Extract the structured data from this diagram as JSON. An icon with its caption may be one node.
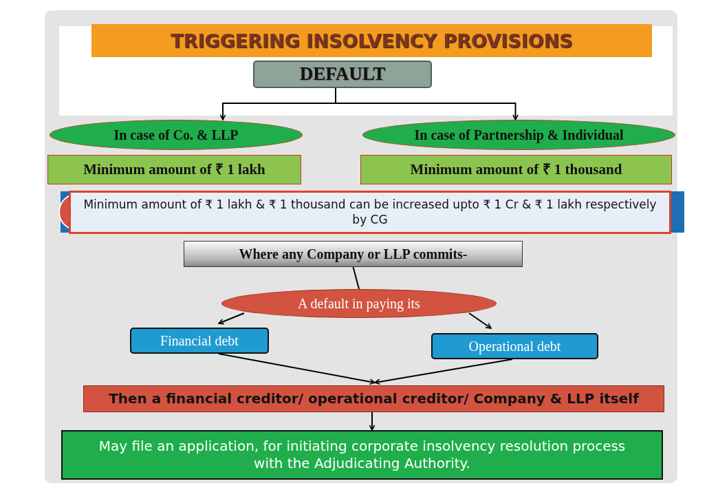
{
  "diagram": {
    "title": "TRIGGERING INSOLVENCY PROVISIONS",
    "nodes": [
      {
        "text": [
          "DEFAULT"
        ]
      },
      {
        "text": [
          "In case of Co. & LLP"
        ]
      },
      {
        "text": [
          "In case of Partnership & Individual"
        ]
      },
      {
        "text": [
          "Minimum amount of  ₹ 1 lakh"
        ]
      },
      {
        "text": [
          "Minimum amount of  ₹ 1 thousand"
        ]
      },
      {
        "text": [
          "Minimum amount of ₹ 1 lakh & ₹ 1 thousand can be increased upto ₹ 1 Cr & ₹ 1 lakh respectively by CG"
        ]
      },
      {
        "text": [
          "Where any Company or LLP commits-"
        ]
      },
      {
        "text": [
          "A default in paying its"
        ]
      },
      {
        "text": [
          "Financial debt"
        ]
      },
      {
        "text": [
          "Operational debt"
        ]
      },
      {
        "text": [
          "Then a financial creditor/ operational creditor/ Company & LLP itself"
        ]
      },
      {
        "text": [
          "May file an application, for initiating corporate insolvency resolution process with the Adjudicating Authority."
        ]
      }
    ],
    "edges": [
      {
        "from": 0,
        "to": 1,
        "arrow": "to"
      },
      {
        "from": 0,
        "to": 2,
        "arrow": "to"
      },
      {
        "from": 6,
        "to": 7,
        "arrow": "none"
      },
      {
        "from": 7,
        "to": 8,
        "arrow": "to"
      },
      {
        "from": 7,
        "to": 9,
        "arrow": "to"
      },
      {
        "from": 8,
        "to": 10,
        "arrow": "to"
      },
      {
        "from": 9,
        "to": 10,
        "arrow": "to"
      },
      {
        "from": 10,
        "to": 11,
        "arrow": "to"
      }
    ]
  }
}
